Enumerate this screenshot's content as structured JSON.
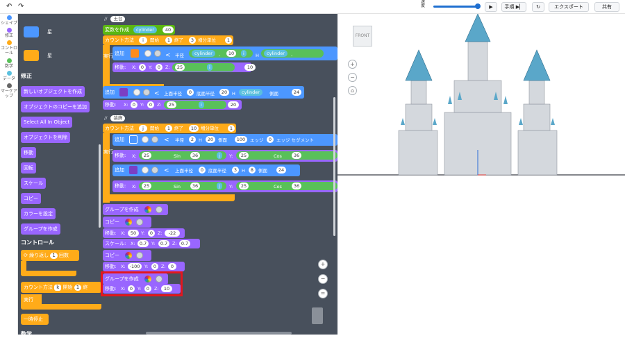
{
  "topbar": {
    "speed_label": "速度",
    "steps_label": "手順",
    "export_label": "エクスポート",
    "share_label": "共有"
  },
  "categories": [
    {
      "label": "シェイプ",
      "color": "#4c97ff"
    },
    {
      "label": "修正",
      "color": "#9966ff"
    },
    {
      "label": "コントロール",
      "color": "#ffab19"
    },
    {
      "label": "数学",
      "color": "#59c059"
    },
    {
      "label": "データ",
      "color": "#5bc0de"
    },
    {
      "label": "マーケアップ",
      "color": "#666666"
    }
  ],
  "palette": {
    "star_1": "星",
    "star_2": "星",
    "modify_heading": "修正",
    "modify_blocks": [
      "新しいオブジェクトを作成",
      "オブジェクトのコピーを追加",
      "Select All In Object",
      "オブジェクトを削除",
      "移動",
      "回転",
      "スケール",
      "コピー",
      "カラーを設定",
      "グループを作成"
    ],
    "control_heading": "コントロール",
    "repeat_label": "繰り返し",
    "repeat_count": "1",
    "repeat_unit": "回数",
    "count_label": "カウント方法",
    "count_var": "k",
    "count_start_label": "開始",
    "count_start": "1",
    "count_end_label": "終",
    "exec_label": "実行",
    "pause_label": "一時停止",
    "next_heading": "数学"
  },
  "workspace": {
    "comment1": "土台",
    "create_var_label": "変数を作成",
    "create_var_name": "cylinder",
    "create_var_value": "40",
    "loop1": {
      "label": "カウント方法",
      "var": "i",
      "start_label": "開始",
      "start": "1",
      "end_label": "終了",
      "end": "3",
      "step_label": "増分単位",
      "step": "1",
      "exec": "実行"
    },
    "add_label": "追加",
    "radius_label": "半径",
    "cyl_var": "cylinder",
    "minus": "-",
    "ten": "10",
    "i_var": "i",
    "h_label": "H",
    "move_label": "移動:",
    "x_label": "X:",
    "y_label": "Y:",
    "z_label": "Z:",
    "zero": "0",
    "move1_z": "25",
    "move1_tail": "10",
    "cone_top_label": "上面半径",
    "cone_top": "0",
    "cone_bottom_label": "底面半径",
    "cone_bottom": "20",
    "sides_label": "側面",
    "sides": "24",
    "move2_z": "25",
    "move2_tail": "20",
    "comment2": "装飾",
    "loop2": {
      "label": "カウント方法",
      "var": "j",
      "start_label": "開始",
      "start": "1",
      "end_label": "終了",
      "end": "10",
      "step_label": "増分単位",
      "step": "1",
      "exec": "実行"
    },
    "tube_radius": "2",
    "tube_h": "20",
    "tube_sides": "100",
    "edge_label": "エッジ",
    "edge_val": "0",
    "edge_seg_label": "エッジ セグメント",
    "move3_x": "25",
    "sin_label": "Sin",
    "cos_label": "Cos",
    "deg": "36",
    "j_var": "j",
    "cone2_top": "0",
    "cone2_bottom": "3",
    "cone2_h": "8",
    "cone2_sides": "24",
    "group_label": "グループを作成",
    "copy_label": "コピー",
    "scale_label": "スケール:",
    "move5": {
      "x": "50",
      "y": "0",
      "z": "-22"
    },
    "scale": {
      "x": "0.7",
      "y": "0.7",
      "z": "0.7"
    },
    "move6": {
      "x": "-100",
      "y": "0",
      "z": "0"
    },
    "move7": {
      "x": "0",
      "y": "0",
      "z": "10"
    }
  },
  "viewport": {
    "view_cube_label": "FRONT",
    "tower_color": "#d4d8dd",
    "roof_color": "#5aa7c9"
  }
}
